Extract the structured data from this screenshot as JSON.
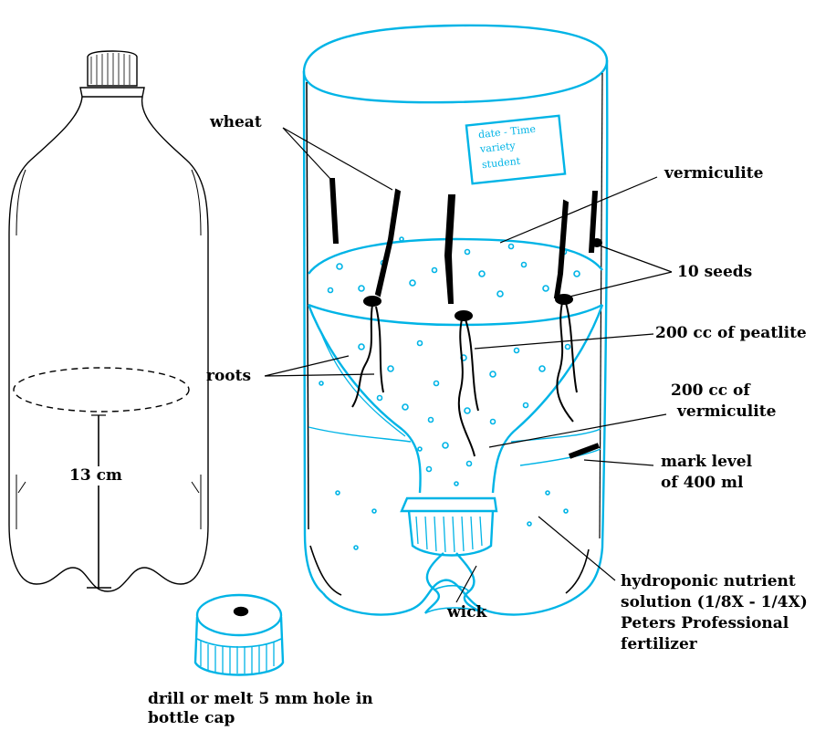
{
  "labels": {
    "wheat": "wheat",
    "vermiculite_top": "vermiculite",
    "seeds": "10 seeds",
    "peatlite": "200 cc of peatlite",
    "roots": "roots",
    "vermiculite_line1": "200 cc of",
    "vermiculite_line2": "vermiculite",
    "mark_line1": "mark level",
    "mark_line2": "of 400 ml",
    "height": "13 cm",
    "wick": "wick",
    "solution_line1": "hydroponic nutrient",
    "solution_line2": "solution (1/8X - 1/4X)",
    "solution_line3": "Peters Professional",
    "solution_line4": "fertilizer",
    "cap_line1": "drill or melt 5 mm hole in",
    "cap_line2": "bottle cap"
  },
  "tag_card": {
    "line1": "date - Time",
    "line2": "variety",
    "line3": "student"
  },
  "colors": {
    "drawing_left": "#000000",
    "drawing_right": "#00b4e6",
    "ink": "#000000"
  }
}
